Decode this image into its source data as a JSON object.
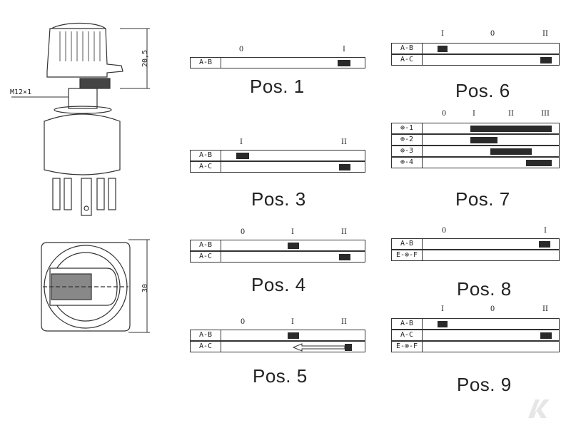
{
  "dimensions": {
    "thread": "M12×1",
    "height": "20,5",
    "width": "30"
  },
  "positions": [
    {
      "id": "pos1",
      "caption": "Pos. 1",
      "ticks": [
        "0",
        "I"
      ],
      "rows": [
        "A-B"
      ]
    },
    {
      "id": "pos3",
      "caption": "Pos. 3",
      "ticks": [
        "I",
        "II"
      ],
      "rows": [
        "A-B",
        "A-C"
      ]
    },
    {
      "id": "pos4",
      "caption": "Pos. 4",
      "ticks": [
        "0",
        "I",
        "II"
      ],
      "rows": [
        "A-B",
        "A-C"
      ]
    },
    {
      "id": "pos5",
      "caption": "Pos. 5",
      "ticks": [
        "0",
        "I",
        "II"
      ],
      "rows": [
        "A-B",
        "A-C"
      ]
    },
    {
      "id": "pos6",
      "caption": "Pos. 6",
      "ticks": [
        "I",
        "0",
        "II"
      ],
      "rows": [
        "A-B",
        "A-C"
      ]
    },
    {
      "id": "pos7",
      "caption": "Pos. 7",
      "ticks": [
        "0",
        "I",
        "II",
        "III"
      ],
      "rows": [
        "⊕-1",
        "⊕-2",
        "⊕-3",
        "⊕-4"
      ]
    },
    {
      "id": "pos8",
      "caption": "Pos. 8",
      "ticks": [
        "0",
        "I"
      ],
      "rows": [
        "A-B",
        "E-⊗-F"
      ]
    },
    {
      "id": "pos9",
      "caption": "Pos. 9",
      "ticks": [
        "I",
        "0",
        "II"
      ],
      "rows": [
        "A-B",
        "A-C",
        "E-⊗-F"
      ]
    }
  ]
}
